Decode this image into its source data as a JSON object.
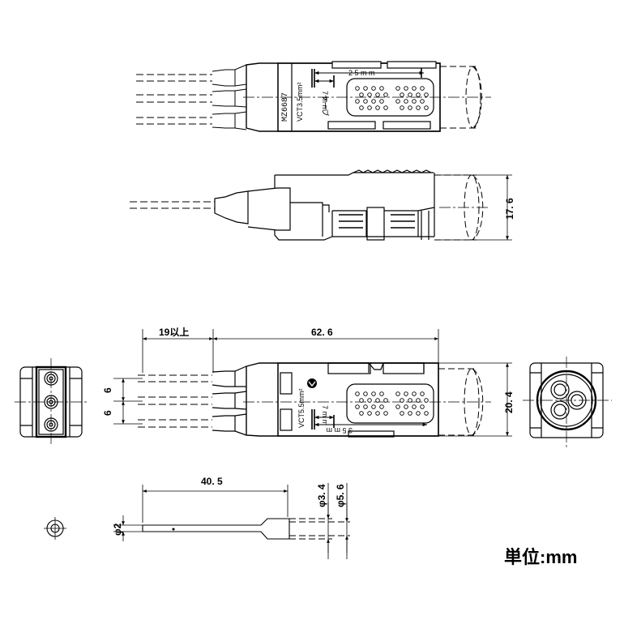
{
  "dimensions": {
    "d25mm": "2 5 m m",
    "d7mm": "7 m m",
    "d35mm": "3 5 m m",
    "d17_6": "17. 6",
    "d19": "19以上",
    "d62_6": "62. 6",
    "d6a": "6",
    "d6b": "6",
    "d20_4": "20. 4",
    "d40_5": "40. 5",
    "dphi3_4": "φ3. 4",
    "dphi5_6": "φ5. 6",
    "dphi2": "φ2"
  },
  "top_view": {
    "model": "MZ6687",
    "cable": "VCT3.5mm²",
    "kana": "ケーブ"
  },
  "front_view": {
    "cable": "VCT5.5mm²"
  },
  "unit": "単位:mm"
}
